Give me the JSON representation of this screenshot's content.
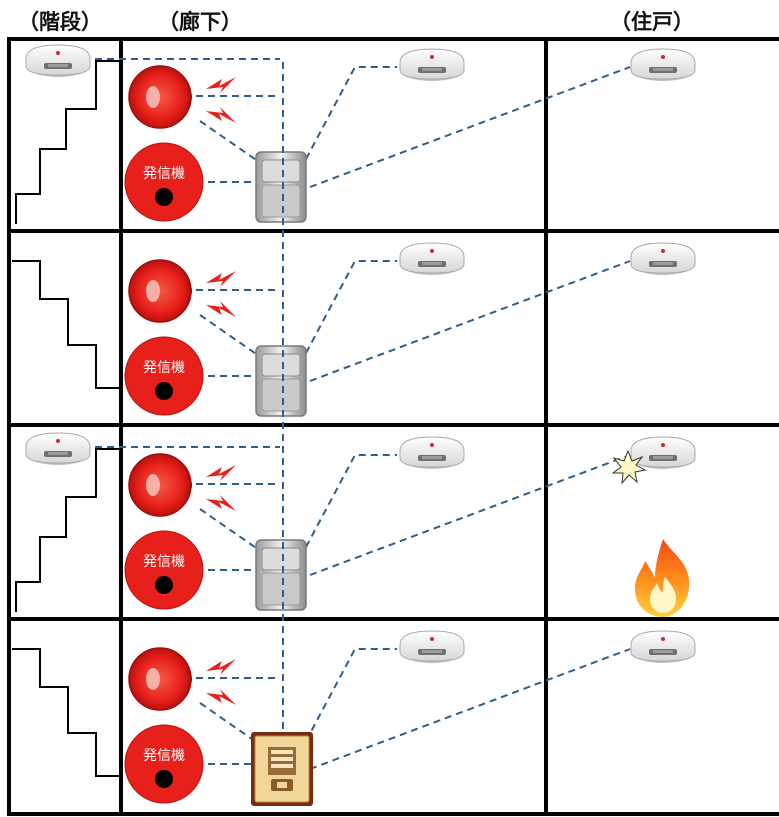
{
  "headers": {
    "stairs": "（階段）",
    "corridor": "（廊下）",
    "dwelling": "（住戸）"
  },
  "transmitter_label": "発信機",
  "colors": {
    "line": "#2f5e8c",
    "bell": "#e8201b",
    "flash": "#e8201b",
    "grid": "#000000"
  },
  "icons": {
    "detector": "smoke-detector-icon",
    "bell": "fire-bell-icon",
    "transmitter": "manual-call-point-icon",
    "relay": "relay-box-icon",
    "receiver": "fire-alarm-receiver-icon",
    "fire": "flame-icon",
    "spark": "spark-icon"
  },
  "floors": [
    {
      "name": "floor-1",
      "stair_detector": true,
      "dwelling_fire": false,
      "device": "relay"
    },
    {
      "name": "floor-2",
      "stair_detector": false,
      "dwelling_fire": false,
      "device": "relay"
    },
    {
      "name": "floor-3",
      "stair_detector": true,
      "dwelling_fire": true,
      "device": "relay"
    },
    {
      "name": "floor-4",
      "stair_detector": false,
      "dwelling_fire": false,
      "device": "receiver"
    }
  ]
}
